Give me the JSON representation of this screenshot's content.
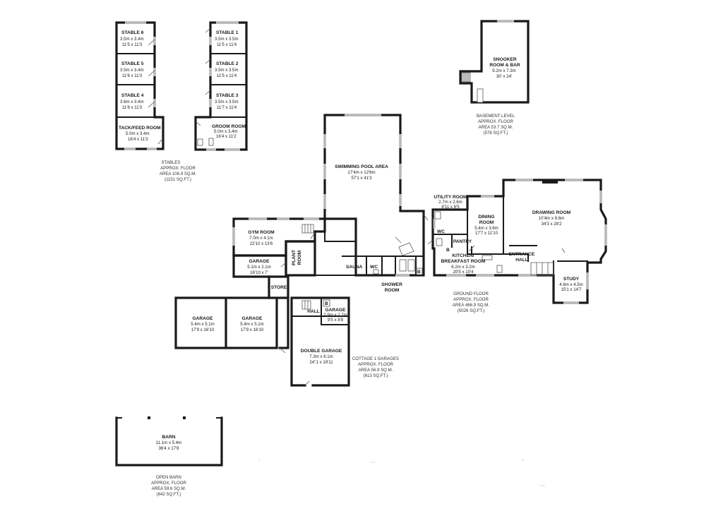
{
  "stables": {
    "stable6": {
      "name": "STABLE 6",
      "metric": "3.5m x 3.4m",
      "imperial": "11'5 x 11'3"
    },
    "stable5": {
      "name": "STABLE 5",
      "metric": "3.5m x 3.4m",
      "imperial": "11'6 x 11'3"
    },
    "stable4": {
      "name": "STABLE 4",
      "metric": "3.6m x 3.4m",
      "imperial": "11'8 x 11'3"
    },
    "tack": {
      "name": "TACK/FEED ROOM",
      "metric": "5.0m x 3.4m",
      "imperial": "16'4 x 11'3"
    },
    "stable1": {
      "name": "STABLE 1",
      "metric": "3.5m x 3.5m",
      "imperial": "11'5 x 11'4"
    },
    "stable2": {
      "name": "STABLE 2",
      "metric": "3.5m x 3.5m",
      "imperial": "11'5 x 11'4"
    },
    "stable3": {
      "name": "STABLE 3",
      "metric": "3.5m x 3.5m",
      "imperial": "11'7 x 11'4"
    },
    "groom": {
      "name": "GROOM ROOM",
      "metric": "5.0m x 3.4m",
      "imperial": "16'4 x 11'2"
    },
    "caption": [
      "STABLES",
      "APPROX. FLOOR",
      "AREA 106.9 SQ.M.",
      "(1151 SQ.FT.)"
    ]
  },
  "basement": {
    "snooker": {
      "name1": "SNOOKER",
      "name2": "ROOM & BAR",
      "metric": "9.2m x 7.3m",
      "imperial": "30' x 24'"
    },
    "caption": [
      "BASEMENT LEVEL",
      "APPROX. FLOOR",
      "AREA 53.7 SQ.M.",
      "(578 SQ.FT.)"
    ]
  },
  "ground": {
    "pool": {
      "name": "SWIMMING POOL AREA",
      "metric": "17'4m x 12'6m",
      "imperial": "57'1 x 41'3"
    },
    "gym": {
      "name": "GYM ROOM",
      "metric": "7.0m x 4.1m",
      "imperial": "22'10 x 13'6"
    },
    "garage_small": {
      "name": "GARAGE",
      "metric": "5.1m x 2.1m",
      "imperial": "16'10 x 7'"
    },
    "plant": {
      "name1": "PLANT",
      "name2": "ROOM"
    },
    "sauna": "SAUNA",
    "wc": "WC",
    "wc2": "WC",
    "shower": {
      "name1": "SHOWER",
      "name2": "ROOM"
    },
    "utility": {
      "name": "UTILITY ROOM",
      "metric": "2.7m x 2.6m",
      "imperial": "8'11 x 8'5"
    },
    "dining": {
      "name1": "DINING",
      "name2": "ROOM",
      "metric": "5.4m x 3.6m",
      "imperial": "17'7 x 11'10"
    },
    "drawing": {
      "name": "DRAWING ROOM",
      "metric": "10'4m x 8.6m",
      "imperial": "34'3 x 28'2"
    },
    "pantry": "PANTRY",
    "kitchen": {
      "name1": "KITCHEN/",
      "name2": "BREAKFAST ROOM",
      "metric": "6.2m x 3.2m",
      "imperial": "20'5 x 10'4"
    },
    "entrance": {
      "name1": "ENTRANCE",
      "name2": "HALL"
    },
    "study": {
      "name": "STUDY",
      "metric": "4.6m x 4.5m",
      "imperial": "15'1 x 14'7"
    },
    "boiler": "B",
    "boiler2": "B",
    "caption": [
      "GROUND FLOOR",
      "APPROX. FLOOR",
      "AREA 466.9 SQ.M.",
      "(5026 SQ.FT.)"
    ]
  },
  "cottage": {
    "store": "STORE",
    "garage_a": {
      "name": "GARAGE",
      "metric": "5.4m x 5.1m",
      "imperial": "17'9 x 16'10"
    },
    "garage_b": {
      "name": "GARAGE",
      "metric": "5.4m x 5.1m",
      "imperial": "17'9 x 16'10"
    },
    "hall": "HALL",
    "garage_c": {
      "name": "GARAGE",
      "metric": "2.9m x 2.7m",
      "imperial": "9'5 x 8'8"
    },
    "boiler": "B",
    "double": {
      "name": "DOUBLE GARAGE",
      "metric": "7.3m x 6.1m",
      "imperial": "24''1 x 19'11"
    },
    "caption": [
      "COTTAGE 1 GARAGES",
      "APPROX. FLOOR",
      "AREA 56.9 SQ.M.",
      "(613 SQ.FT.)"
    ]
  },
  "barn": {
    "name": "BARN",
    "metric": "11.1m x 5.4m",
    "imperial": "36'4 x 17'8",
    "caption": [
      "OPEN BARN",
      "APPROX. FLOOR",
      "AREA 59.6 SQ.M.",
      "(642 SQ.FT.)"
    ]
  }
}
